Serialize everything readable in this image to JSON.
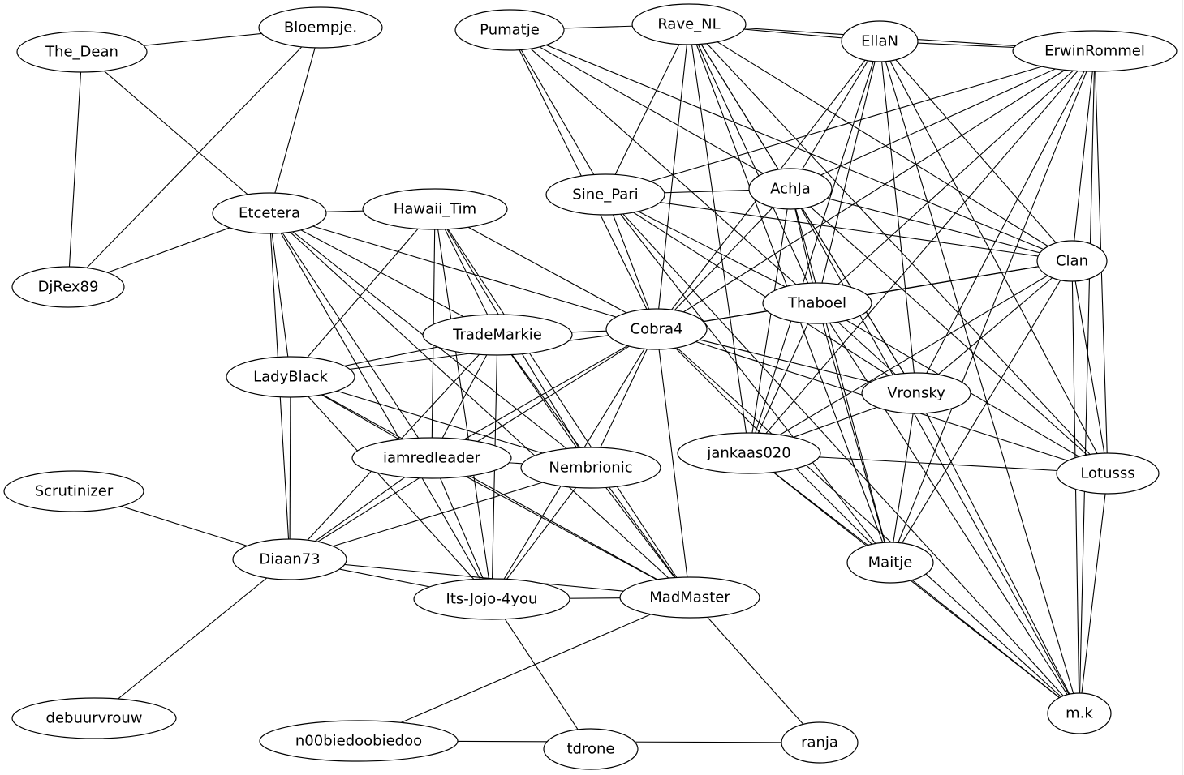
{
  "graph": {
    "nodes": [
      {
        "id": "The_Dean",
        "label": "The_Dean"
      },
      {
        "id": "Bloempje",
        "label": "Bloempje."
      },
      {
        "id": "Pumatje",
        "label": "Pumatje"
      },
      {
        "id": "Rave_NL",
        "label": "Rave_NL"
      },
      {
        "id": "EllaN",
        "label": "EllaN"
      },
      {
        "id": "ErwinRommel",
        "label": "ErwinRommel"
      },
      {
        "id": "Etcetera",
        "label": "Etcetera"
      },
      {
        "id": "Hawaii_Tim",
        "label": "Hawaii_Tim"
      },
      {
        "id": "Sine_Pari",
        "label": "Sine_Pari"
      },
      {
        "id": "AchJa",
        "label": "AchJa"
      },
      {
        "id": "Clan",
        "label": "Clan"
      },
      {
        "id": "DjRex89",
        "label": "DjRex89"
      },
      {
        "id": "Thaboel",
        "label": "Thaboel"
      },
      {
        "id": "TradeMarkie",
        "label": "TradeMarkie"
      },
      {
        "id": "Cobra4",
        "label": "Cobra4"
      },
      {
        "id": "LadyBlack",
        "label": "LadyBlack"
      },
      {
        "id": "Vronsky",
        "label": "Vronsky"
      },
      {
        "id": "iamredleader",
        "label": "iamredleader"
      },
      {
        "id": "Nembrionic",
        "label": "Nembrionic"
      },
      {
        "id": "jankaas020",
        "label": "jankaas020"
      },
      {
        "id": "Lotusss",
        "label": "Lotusss"
      },
      {
        "id": "Scrutinizer",
        "label": "Scrutinizer"
      },
      {
        "id": "Diaan73",
        "label": "Diaan73"
      },
      {
        "id": "Maitje",
        "label": "Maitje"
      },
      {
        "id": "Its_Jojo",
        "label": "Its-Jojo-4you"
      },
      {
        "id": "MadMaster",
        "label": "MadMaster"
      },
      {
        "id": "mk",
        "label": "m.k"
      },
      {
        "id": "debuurvrouw",
        "label": "debuurvrouw"
      },
      {
        "id": "n00bie",
        "label": "n00biedoobiedoo"
      },
      {
        "id": "tdrone",
        "label": "tdrone"
      },
      {
        "id": "ranja",
        "label": "ranja"
      }
    ],
    "edges": [
      [
        "The_Dean",
        "Bloempje"
      ],
      [
        "The_Dean",
        "Etcetera"
      ],
      [
        "The_Dean",
        "DjRex89"
      ],
      [
        "Bloempje",
        "Etcetera"
      ],
      [
        "Bloempje",
        "DjRex89"
      ],
      [
        "Etcetera",
        "DjRex89"
      ],
      [
        "Etcetera",
        "Hawaii_Tim"
      ],
      [
        "Etcetera",
        "TradeMarkie"
      ],
      [
        "Etcetera",
        "Cobra4"
      ],
      [
        "Etcetera",
        "LadyBlack"
      ],
      [
        "Etcetera",
        "iamredleader"
      ],
      [
        "Etcetera",
        "Nembrionic"
      ],
      [
        "Etcetera",
        "Diaan73"
      ],
      [
        "Etcetera",
        "Its_Jojo"
      ],
      [
        "Etcetera",
        "MadMaster"
      ],
      [
        "Pumatje",
        "Rave_NL"
      ],
      [
        "Pumatje",
        "Sine_Pari"
      ],
      [
        "Pumatje",
        "Cobra4"
      ],
      [
        "Pumatje",
        "Thaboel"
      ],
      [
        "Pumatje",
        "Clan"
      ],
      [
        "Pumatje",
        "AchJa"
      ],
      [
        "Rave_NL",
        "EllaN"
      ],
      [
        "Rave_NL",
        "ErwinRommel"
      ],
      [
        "Rave_NL",
        "Sine_Pari"
      ],
      [
        "Rave_NL",
        "AchJa"
      ],
      [
        "Rave_NL",
        "Cobra4"
      ],
      [
        "Rave_NL",
        "Thaboel"
      ],
      [
        "Rave_NL",
        "Vronsky"
      ],
      [
        "Rave_NL",
        "jankaas020"
      ],
      [
        "Rave_NL",
        "Maitje"
      ],
      [
        "Rave_NL",
        "Clan"
      ],
      [
        "Rave_NL",
        "Lotusss"
      ],
      [
        "EllaN",
        "ErwinRommel"
      ],
      [
        "EllaN",
        "AchJa"
      ],
      [
        "EllaN",
        "Cobra4"
      ],
      [
        "EllaN",
        "Thaboel"
      ],
      [
        "EllaN",
        "Vronsky"
      ],
      [
        "EllaN",
        "Clan"
      ],
      [
        "EllaN",
        "jankaas020"
      ],
      [
        "EllaN",
        "Lotusss"
      ],
      [
        "EllaN",
        "mk"
      ],
      [
        "ErwinRommel",
        "Sine_Pari"
      ],
      [
        "ErwinRommel",
        "AchJa"
      ],
      [
        "ErwinRommel",
        "Cobra4"
      ],
      [
        "ErwinRommel",
        "Clan"
      ],
      [
        "ErwinRommel",
        "Vronsky"
      ],
      [
        "ErwinRommel",
        "jankaas020"
      ],
      [
        "ErwinRommel",
        "Maitje"
      ],
      [
        "ErwinRommel",
        "Lotusss"
      ],
      [
        "ErwinRommel",
        "mk"
      ],
      [
        "ErwinRommel",
        "Thaboel"
      ],
      [
        "Sine_Pari",
        "AchJa"
      ],
      [
        "Sine_Pari",
        "Clan"
      ],
      [
        "Sine_Pari",
        "Thaboel"
      ],
      [
        "Sine_Pari",
        "Cobra4"
      ],
      [
        "Sine_Pari",
        "Vronsky"
      ],
      [
        "Sine_Pari",
        "Maitje"
      ],
      [
        "Sine_Pari",
        "mk"
      ],
      [
        "AchJa",
        "Clan"
      ],
      [
        "AchJa",
        "Thaboel"
      ],
      [
        "AchJa",
        "Cobra4"
      ],
      [
        "AchJa",
        "Vronsky"
      ],
      [
        "AchJa",
        "jankaas020"
      ],
      [
        "AchJa",
        "Maitje"
      ],
      [
        "AchJa",
        "Lotusss"
      ],
      [
        "AchJa",
        "mk"
      ],
      [
        "Clan",
        "Thaboel"
      ],
      [
        "Clan",
        "Cobra4"
      ],
      [
        "Clan",
        "Vronsky"
      ],
      [
        "Clan",
        "jankaas020"
      ],
      [
        "Clan",
        "Lotusss"
      ],
      [
        "Clan",
        "mk"
      ],
      [
        "Clan",
        "Maitje"
      ],
      [
        "Thaboel",
        "Cobra4"
      ],
      [
        "Thaboel",
        "Vronsky"
      ],
      [
        "Thaboel",
        "jankaas020"
      ],
      [
        "Thaboel",
        "Maitje"
      ],
      [
        "Thaboel",
        "Lotusss"
      ],
      [
        "Thaboel",
        "mk"
      ],
      [
        "Hawaii_Tim",
        "TradeMarkie"
      ],
      [
        "Hawaii_Tim",
        "LadyBlack"
      ],
      [
        "Hawaii_Tim",
        "iamredleader"
      ],
      [
        "Hawaii_Tim",
        "Nembrionic"
      ],
      [
        "Hawaii_Tim",
        "Its_Jojo"
      ],
      [
        "Hawaii_Tim",
        "Cobra4"
      ],
      [
        "Hawaii_Tim",
        "MadMaster"
      ],
      [
        "TradeMarkie",
        "Cobra4"
      ],
      [
        "TradeMarkie",
        "LadyBlack"
      ],
      [
        "TradeMarkie",
        "iamredleader"
      ],
      [
        "TradeMarkie",
        "Nembrionic"
      ],
      [
        "TradeMarkie",
        "Diaan73"
      ],
      [
        "TradeMarkie",
        "Its_Jojo"
      ],
      [
        "TradeMarkie",
        "MadMaster"
      ],
      [
        "Cobra4",
        "LadyBlack"
      ],
      [
        "Cobra4",
        "iamredleader"
      ],
      [
        "Cobra4",
        "Nembrionic"
      ],
      [
        "Cobra4",
        "Diaan73"
      ],
      [
        "Cobra4",
        "Its_Jojo"
      ],
      [
        "Cobra4",
        "MadMaster"
      ],
      [
        "Cobra4",
        "Vronsky"
      ],
      [
        "Cobra4",
        "Maitje"
      ],
      [
        "Cobra4",
        "Lotusss"
      ],
      [
        "Cobra4",
        "mk"
      ],
      [
        "LadyBlack",
        "iamredleader"
      ],
      [
        "LadyBlack",
        "Nembrionic"
      ],
      [
        "LadyBlack",
        "Diaan73"
      ],
      [
        "LadyBlack",
        "Its_Jojo"
      ],
      [
        "LadyBlack",
        "MadMaster"
      ],
      [
        "iamredleader",
        "Nembrionic"
      ],
      [
        "iamredleader",
        "Diaan73"
      ],
      [
        "iamredleader",
        "Its_Jojo"
      ],
      [
        "iamredleader",
        "MadMaster"
      ],
      [
        "Nembrionic",
        "Diaan73"
      ],
      [
        "Nembrionic",
        "Its_Jojo"
      ],
      [
        "Nembrionic",
        "MadMaster"
      ],
      [
        "Vronsky",
        "jankaas020"
      ],
      [
        "Vronsky",
        "Maitje"
      ],
      [
        "Vronsky",
        "mk"
      ],
      [
        "jankaas020",
        "Maitje"
      ],
      [
        "jankaas020",
        "mk"
      ],
      [
        "jankaas020",
        "Lotusss"
      ],
      [
        "Maitje",
        "mk"
      ],
      [
        "Lotusss",
        "mk"
      ],
      [
        "Scrutinizer",
        "Diaan73"
      ],
      [
        "Diaan73",
        "Its_Jojo"
      ],
      [
        "Diaan73",
        "MadMaster"
      ],
      [
        "Diaan73",
        "debuurvrouw"
      ],
      [
        "Its_Jojo",
        "MadMaster"
      ],
      [
        "Its_Jojo",
        "tdrone"
      ],
      [
        "MadMaster",
        "n00bie"
      ],
      [
        "MadMaster",
        "ranja"
      ],
      [
        "n00bie",
        "ranja"
      ]
    ]
  }
}
